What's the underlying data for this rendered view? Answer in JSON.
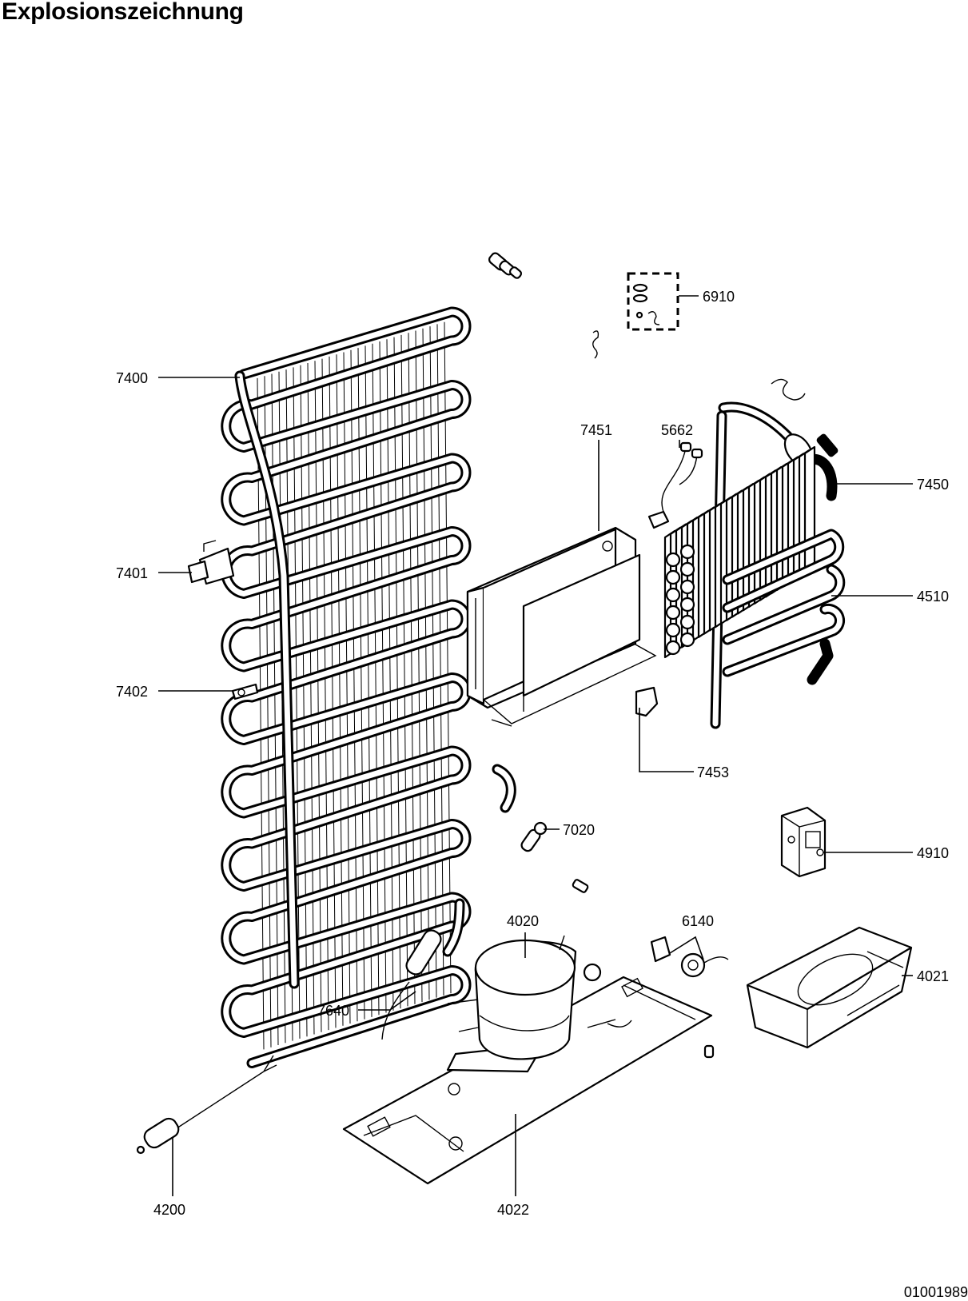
{
  "header": {
    "title": "Explosionszeichnung"
  },
  "footer": {
    "doc_number": "01001989"
  },
  "callouts": [
    {
      "id": "c-6910",
      "label": "6910"
    },
    {
      "id": "c-7400",
      "label": "7400"
    },
    {
      "id": "c-7451",
      "label": "7451"
    },
    {
      "id": "c-5662",
      "label": "5662"
    },
    {
      "id": "c-7450",
      "label": "7450"
    },
    {
      "id": "c-7401",
      "label": "7401"
    },
    {
      "id": "c-4510",
      "label": "4510"
    },
    {
      "id": "c-7402",
      "label": "7402"
    },
    {
      "id": "c-7453",
      "label": "7453"
    },
    {
      "id": "c-7020",
      "label": "7020"
    },
    {
      "id": "c-4910",
      "label": "4910"
    },
    {
      "id": "c-4020",
      "label": "4020"
    },
    {
      "id": "c-6140",
      "label": "6140"
    },
    {
      "id": "c-4021",
      "label": "4021"
    },
    {
      "id": "c-7640",
      "label": "7640"
    },
    {
      "id": "c-4200",
      "label": "4200"
    },
    {
      "id": "c-4022",
      "label": "4022"
    }
  ]
}
